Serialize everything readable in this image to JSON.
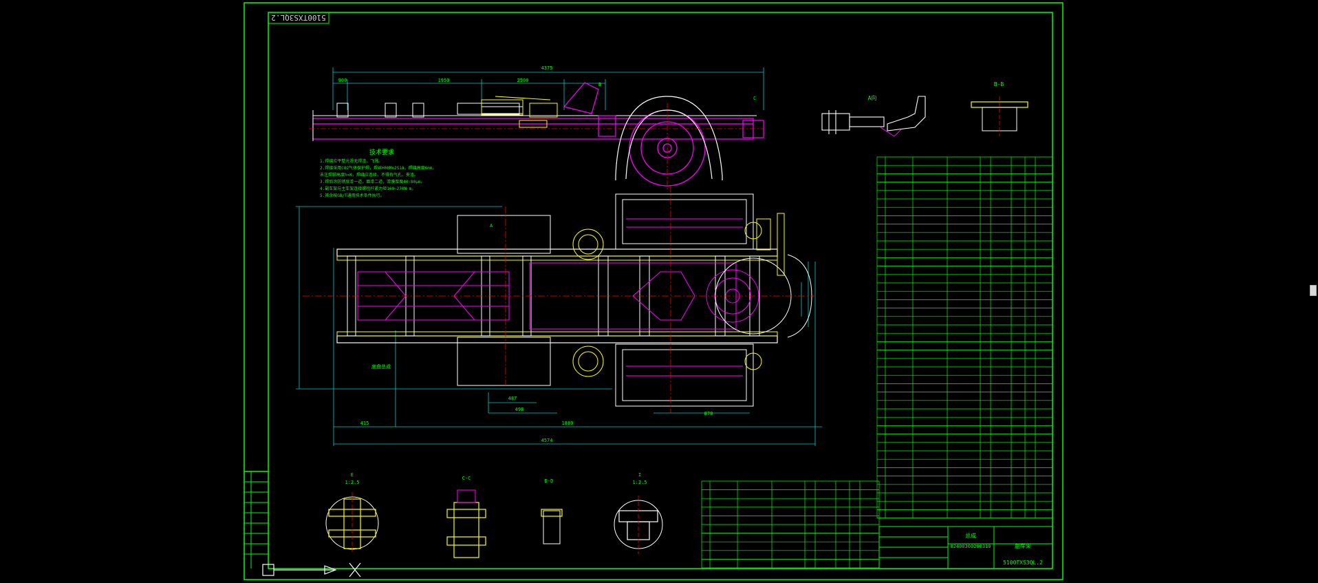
{
  "drawing": {
    "rotated_tag": "5100TXS3QL.2",
    "title_block": {
      "name": "副车架",
      "code": "5100TXS3QL.2",
      "material": "总成",
      "number": "02400300200310"
    },
    "dimensions": {
      "top_total": "4375",
      "top_a": "900",
      "top_b": "1950",
      "top_c": "2500",
      "bottom_total": "4574",
      "bottom_a": "415",
      "bottom_b": "1880",
      "bottom_c": "878",
      "mid_a": "487",
      "mid_b": "498"
    },
    "view_labels": {
      "view_a": "A向",
      "view_bb": "B-B",
      "sec_e": "E",
      "sec_e_scale": "1:2.5",
      "sec_cc": "C-C",
      "sec_dd": "D-D",
      "sec_i": "I",
      "sec_i_scale": "1:2.5",
      "label_a": "A",
      "label_b": "B",
      "label_c": "C",
      "plan_note": "底盘总成"
    },
    "notes": {
      "heading": "技术要求",
      "lines": [
        "1.焊缝应平整光滑无焊渣、飞溅。",
        "2.焊接采用CO2气体保护焊，焊丝H08Mn2SiA，焊缝高度6mm。",
        "  未注焊脚高度h=K，焊缝应连续，不得有气孔、夹渣。",
        "3.焊后涂防锈底漆一道，面漆二道，漆膜厚度40-80μm。",
        "4.副车架与主车架连接螺栓拧紧力矩160~270N·m。",
        "5.其余按GB/T通用技术条件执行。"
      ]
    }
  }
}
